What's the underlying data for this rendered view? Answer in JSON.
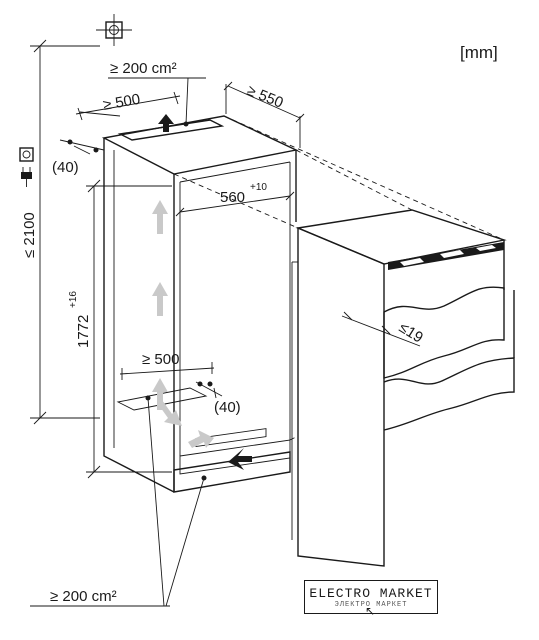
{
  "units_label": "[mm]",
  "dimensions": {
    "vent_area_top": "≥ 200 cm²",
    "vent_width_top": "≥ 500",
    "niche_depth": "≥ 550",
    "offset_top": "(40)",
    "niche_width_base": "560",
    "niche_width_tol": "+10",
    "total_height": "≤ 2100",
    "niche_height_base": "1772",
    "niche_height_tol": "+16",
    "vent_width_bottom": "≥ 500",
    "offset_bottom": "(40)",
    "door_gap": "≤19",
    "vent_area_bottom": "≥ 200 cm²"
  },
  "watermark": {
    "title": "ELECTRO MARKET",
    "subtitle": "ЭЛЕКТРО МАРКЕТ"
  }
}
